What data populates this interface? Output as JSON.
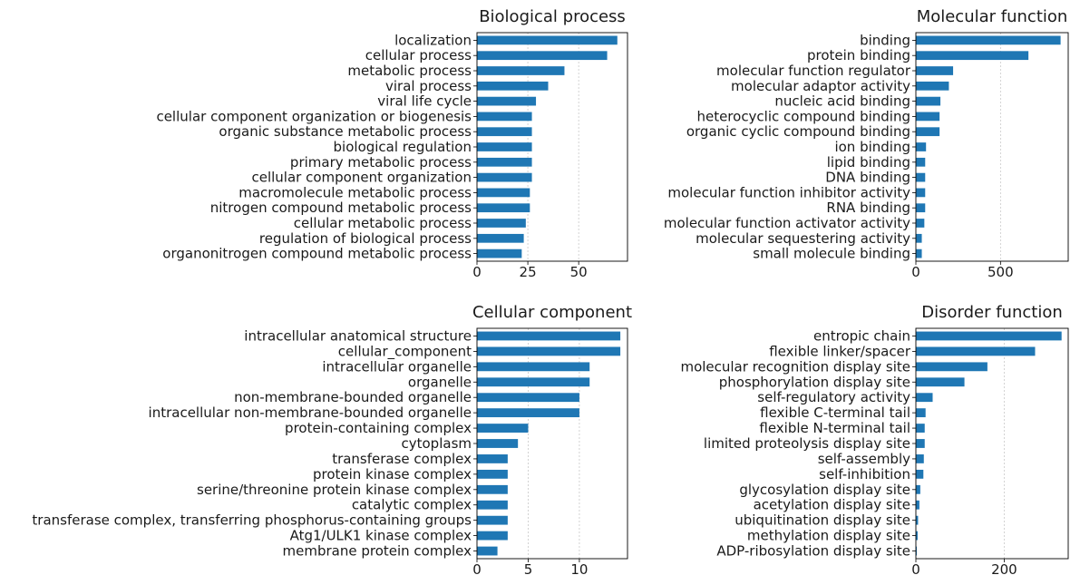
{
  "chart_data": [
    {
      "type": "bar",
      "orientation": "horizontal",
      "title": "Biological process",
      "xlabel": "",
      "ylabel": "",
      "categories": [
        "localization",
        "cellular process",
        "metabolic process",
        "viral process",
        "viral life cycle",
        "cellular component organization or biogenesis",
        "organic substance metabolic process",
        "biological regulation",
        "primary metabolic process",
        "cellular component organization",
        "macromolecule metabolic process",
        "nitrogen compound metabolic process",
        "cellular metabolic process",
        "regulation of biological process",
        "organonitrogen compound metabolic process"
      ],
      "values": [
        69,
        64,
        43,
        35,
        29,
        27,
        27,
        27,
        27,
        27,
        26,
        26,
        24,
        23,
        22
      ],
      "xlim": [
        0,
        74
      ],
      "xticks": [
        0,
        25,
        50
      ],
      "grid_x": true,
      "bar_color": "#1f77b4"
    },
    {
      "type": "bar",
      "orientation": "horizontal",
      "title": "Molecular function",
      "xlabel": "",
      "ylabel": "",
      "categories": [
        "binding",
        "protein binding",
        "molecular function regulator",
        "molecular adaptor activity",
        "nucleic acid binding",
        "heterocyclic compound binding",
        "organic cyclic compound binding",
        "ion binding",
        "lipid binding",
        "DNA binding",
        "molecular function inhibitor activity",
        "RNA binding",
        "molecular function activator activity",
        "molecular sequestering activity",
        "small molecule binding"
      ],
      "values": [
        855,
        665,
        220,
        195,
        145,
        140,
        140,
        60,
        55,
        55,
        55,
        55,
        50,
        35,
        35
      ],
      "xlim": [
        0,
        900
      ],
      "xticks": [
        0,
        500
      ],
      "grid_x": true,
      "bar_color": "#1f77b4"
    },
    {
      "type": "bar",
      "orientation": "horizontal",
      "title": "Cellular component",
      "xlabel": "",
      "ylabel": "",
      "categories": [
        "intracellular anatomical structure",
        "cellular_component",
        "intracellular organelle",
        "organelle",
        "non-membrane-bounded organelle",
        "intracellular non-membrane-bounded organelle",
        "protein-containing complex",
        "cytoplasm",
        "transferase complex",
        "protein kinase complex",
        "serine/threonine protein kinase complex",
        "catalytic complex",
        "transferase complex, transferring phosphorus-containing groups",
        "Atg1/ULK1 kinase complex",
        "membrane protein complex"
      ],
      "values": [
        14,
        14,
        11,
        11,
        10,
        10,
        5,
        4,
        3,
        3,
        3,
        3,
        3,
        3,
        2
      ],
      "xlim": [
        0,
        14.7
      ],
      "xticks": [
        0,
        5,
        10
      ],
      "grid_x": true,
      "bar_color": "#1f77b4"
    },
    {
      "type": "bar",
      "orientation": "horizontal",
      "title": "Disorder function",
      "xlabel": "",
      "ylabel": "",
      "categories": [
        "entropic chain",
        "flexible linker/spacer",
        "molecular recognition display site",
        "phosphorylation display site",
        "self-regulatory activity",
        "flexible C-terminal tail",
        "flexible N-terminal tail",
        "limited proteolysis display site",
        "self-assembly",
        "self-inhibition",
        "glycosylation display site",
        "acetylation display site",
        "ubiquitination display site",
        "methylation display site",
        "ADP-ribosylation display site"
      ],
      "values": [
        330,
        270,
        162,
        110,
        38,
        22,
        20,
        20,
        18,
        17,
        10,
        8,
        5,
        4,
        2
      ],
      "xlim": [
        0,
        345
      ],
      "xticks": [
        0,
        200
      ],
      "grid_x": true,
      "bar_color": "#1f77b4"
    }
  ]
}
